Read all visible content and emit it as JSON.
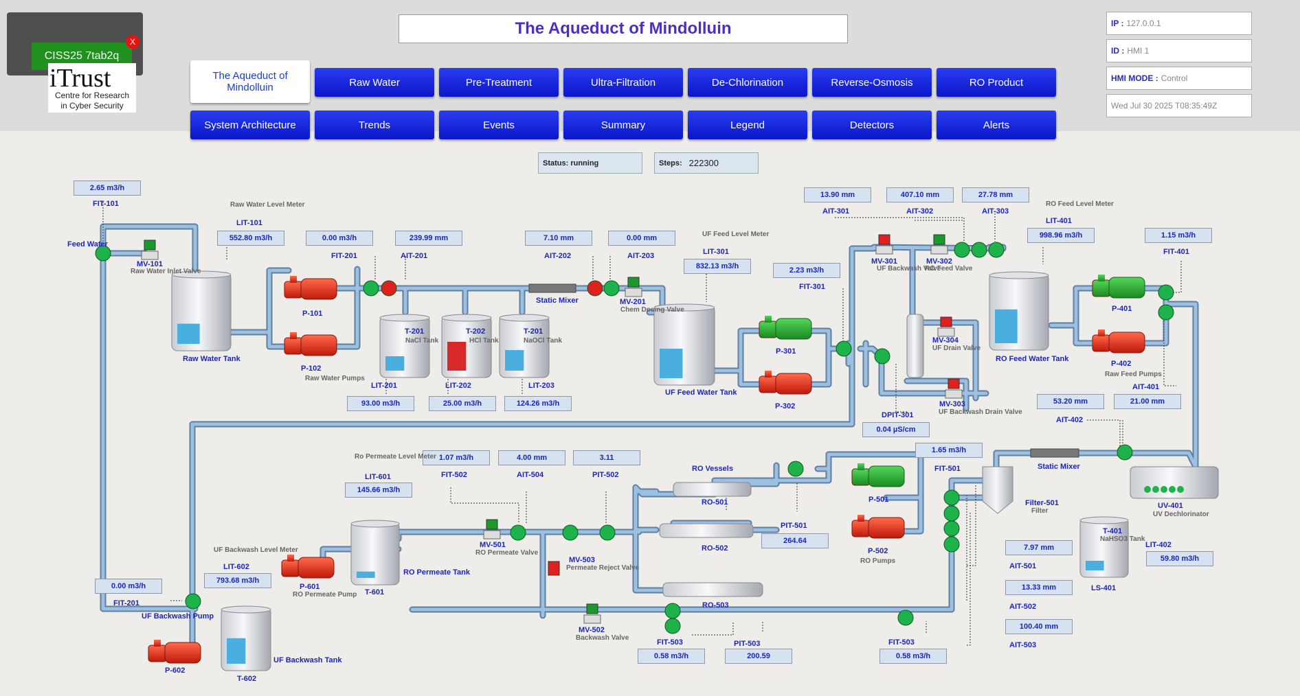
{
  "title": "The Aqueduct of Mindolluin",
  "nav_row1": [
    "The Aqueduct of Mindolluin",
    "Raw Water",
    "Pre-Treatment",
    "Ultra-Filtration",
    "De-Chlorination",
    "Reverse-Osmosis",
    "RO Product"
  ],
  "nav_row2": [
    "System Architecture",
    "Trends",
    "Events",
    "Summary",
    "Legend",
    "Detectors",
    "Alerts"
  ],
  "info": {
    "ip_label": "IP :",
    "ip": "127.0.0.1",
    "id_label": "ID :",
    "id": "HMI 1",
    "mode_label": "HMI MODE :",
    "mode": "Control",
    "datetime": "Wed Jul 30 2025 T08:35:49Z"
  },
  "popup": {
    "button": "CISS25 7tab2q",
    "close": "X"
  },
  "logo": {
    "brand": "iTrust",
    "line1": "Centre for Research",
    "line2": "in Cyber Security"
  },
  "status": {
    "status_label": "Status: running",
    "steps_label": "Steps:",
    "steps": "222300"
  },
  "values": {
    "fit101": "2.65 m3/h",
    "lit101": "552.80 m3/h",
    "fit201": "0.00 m3/h",
    "ait201": "239.99 mm",
    "ait202": "7.10 mm",
    "ait203": "0.00 mm",
    "lit301": "832.13 m3/h",
    "fit301": "2.23 m3/h",
    "ait301": "13.90 mm",
    "ait302": "407.10 mm",
    "ait303": "27.78 mm",
    "lit401": "998.96 m3/h",
    "fit401": "1.15 m3/h",
    "lit201": "93.00 m3/h",
    "lit202": "25.00 m3/h",
    "lit203": "124.26 m3/h",
    "dpit301": "0.04 µS/cm",
    "ait401": "21.00 mm",
    "ait402": "53.20 mm",
    "fit501": "1.65 m3/h",
    "fit502": "1.07 m3/h",
    "ait504": "4.00 mm",
    "pit502": "3.11",
    "lit601": "145.66 m3/h",
    "lit602": "793.68 m3/h",
    "fit201b": "0.00 m3/h",
    "pit501": "264.64",
    "ait501": "7.97 mm",
    "ait502": "13.33 mm",
    "ait503": "100.40 mm",
    "lit402": "59.80 m3/h",
    "fit503a": "0.58 m3/h",
    "pit503": "200.59",
    "fit503b": "0.58 m3/h"
  },
  "labels": {
    "fit101": "FIT-101",
    "feed": "Feed Water",
    "mv101": "MV-101",
    "mv101d": "Raw Water Inlet Valve",
    "rwlm": "Raw Water Level Meter",
    "lit101": "LIT-101",
    "rwt": "Raw Water Tank",
    "p101": "P-101",
    "p102": "P-102",
    "rwp": "Raw Water Pumps",
    "fit201": "FIT-201",
    "ait201": "AIT-201",
    "t201": "T-201",
    "t201d": "NaCl Tank",
    "t202": "T-202",
    "t202d": "HCl Tank",
    "t203": "T-201",
    "t203d": "NaOCl Tank",
    "lit201": "LIT-201",
    "lit202": "LIT-202",
    "lit203": "LIT-203",
    "ait202": "AIT-202",
    "ait203": "AIT-203",
    "smix": "Static Mixer",
    "mv201": "MV-201",
    "mv201d": "Chem Dosing Valve",
    "uffl": "UF Feed Level Meter",
    "lit301": "LIT-301",
    "uft": "UF Feed Water Tank",
    "fit301": "FIT-301",
    "p301": "P-301",
    "p302": "P-302",
    "ait301": "AIT-301",
    "ait302": "AIT-302",
    "ait303": "AIT-303",
    "mv301": "MV-301",
    "mv301d": "UF Backwash Valve",
    "mv302": "MV-302",
    "mv302d": "RO Feed Valve",
    "mv304": "MV-304",
    "mv304d": "UF Drain Valve",
    "mv303": "MV-303",
    "mv303d": "UF Backwash Drain Valve",
    "dpit301": "DPIT-301",
    "rofl": "RO Feed Level Meter",
    "lit401": "LIT-401",
    "roft": "RO Feed Water Tank",
    "fit401": "FIT-401",
    "p401": "P-401",
    "p402": "P-402",
    "rfp": "Raw Feed Pumps",
    "ait401": "AIT-401",
    "ait402": "AIT-402",
    "smix2": "Static Mixer",
    "uv401": "UV-401",
    "uv401d": "UV Dechlorinator",
    "fit501": "FIT-501",
    "filter": "Filter-501",
    "filterd": "Filter",
    "p501": "P-501",
    "p502": "P-502",
    "rop": "RO Pumps",
    "rov": "RO Vessels",
    "ro501": "RO-501",
    "ro502": "RO-502",
    "ro503": "RO-503",
    "pit501": "PIT-501",
    "fit502": "FIT-502",
    "ait504": "AIT-504",
    "pit502": "PIT-502",
    "ropl": "Ro Permeate Level Meter",
    "lit601": "LIT-601",
    "ropt": "RO Permeate Tank",
    "t601": "T-601",
    "p601": "P-601",
    "p601d": "RO Permeate Pump",
    "mv501": "MV-501",
    "mv501d": "RO Permeate Valve",
    "mv503": "MV-503",
    "mv503d": "Permeate Reject Valve",
    "mv502": "MV-502",
    "mv502d": "Backwash Valve",
    "ufbl": "UF Backwash Level Meter",
    "lit602": "LIT-602",
    "fit201b": "FIT-201",
    "ufbp": "UF Backwash Pump",
    "p602": "P-602",
    "t602": "T-602",
    "ufbt": "UF Backwash Tank",
    "fit503a": "FIT-503",
    "pit503": "PIT-503",
    "fit503b": "FIT-503",
    "ait501": "AIT-501",
    "ait502": "AIT-502",
    "ait503": "AIT-503",
    "t401": "T-401",
    "t401d": "NaHSO3 Tank",
    "ls401": "LS-401",
    "lit402": "LIT-402"
  },
  "colors": {
    "pipe": "#8fb3d6",
    "pipe_edge": "#5f7ea0",
    "nav": "#0d1fd6",
    "green": "#1db34a",
    "red": "#e01f1f",
    "tank_fill": "#4aaede"
  }
}
